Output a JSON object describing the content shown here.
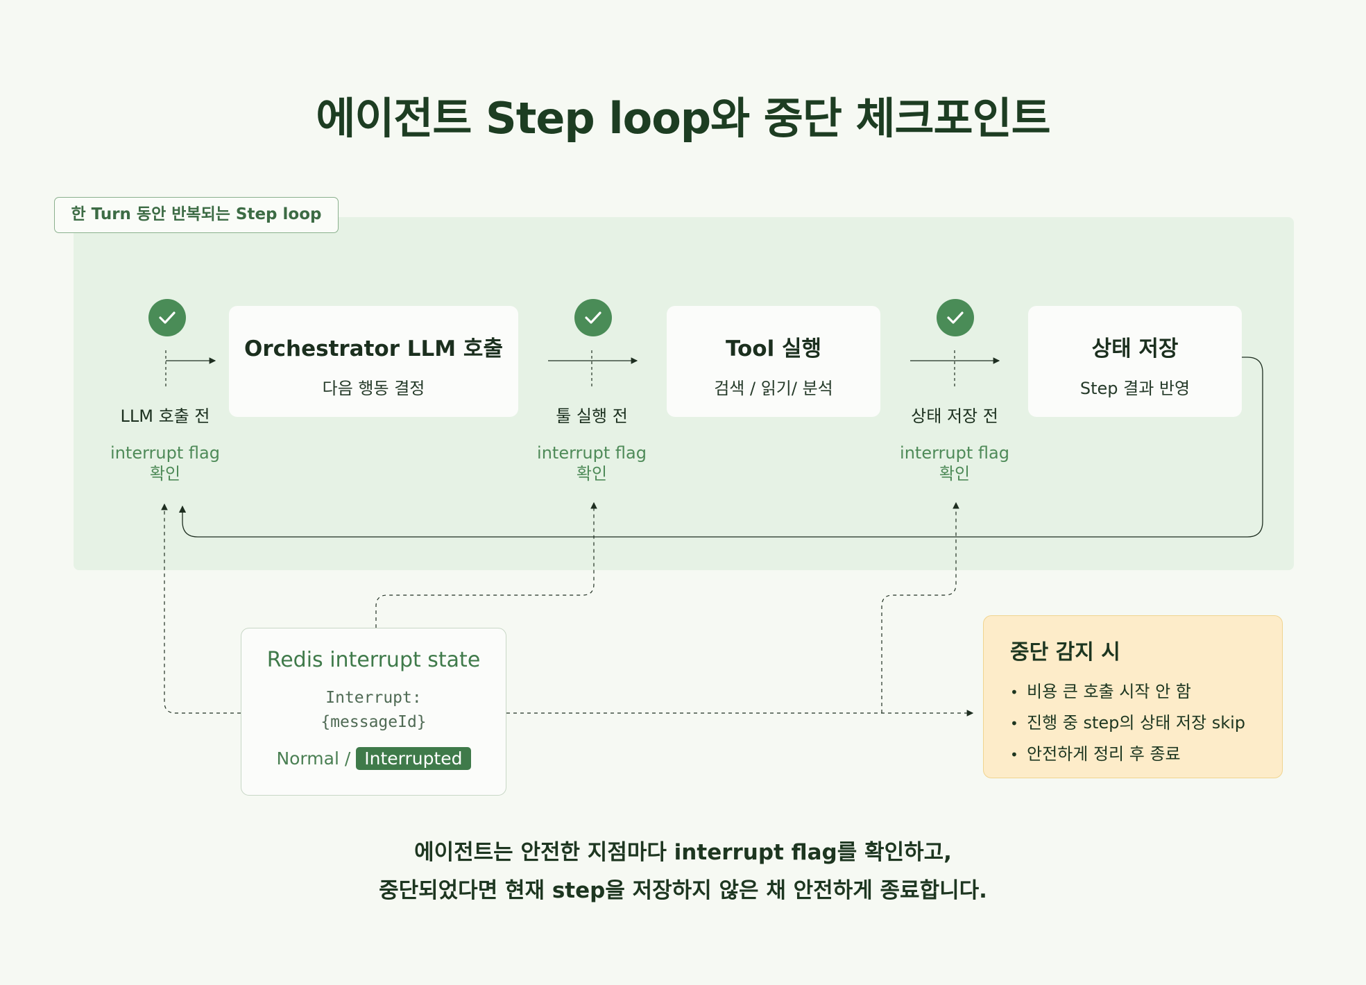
{
  "title": "에이전트 Step loop와 중단 체크포인트",
  "loop_tag": "한 Turn 동안 반복되는 Step loop",
  "steps": [
    {
      "title": "Orchestrator LLM 호출",
      "subtitle": "다음 행동 결정"
    },
    {
      "title": "Tool 실행",
      "subtitle": "검색 / 읽기/ 분석"
    },
    {
      "title": "상태 저장",
      "subtitle": "Step 결과 반영"
    }
  ],
  "checkpoints": [
    {
      "label": "LLM 호출 전",
      "flag_line1": "interrupt flag",
      "flag_line2": "확인"
    },
    {
      "label": "툴 실행 전",
      "flag_line1": "interrupt flag",
      "flag_line2": "확인"
    },
    {
      "label": "상태 저장 전",
      "flag_line1": "interrupt flag",
      "flag_line2": "확인"
    }
  ],
  "redis": {
    "title": "Redis interrupt state",
    "key_line1": "Interrupt:",
    "key_line2": "{messageId}",
    "status_normal": "Normal /",
    "status_interrupted": "Interrupted"
  },
  "on_stop": {
    "title": "중단 감지 시",
    "items": [
      "비용 큰 호출 시작 안 함",
      "진행 중 step의 상태 저장 skip",
      "안전하게 정리 후 종료"
    ]
  },
  "caption": {
    "line1": "에이전트는 안전한 지점마다 interrupt flag를 확인하고,",
    "line2": "중단되었다면 현재 step을 저장하지 않은 채 안전하게 종료합니다."
  },
  "colors": {
    "accent": "#4a8c57",
    "loop_background": "#e6f2e5",
    "stop_background": "#fdecc9",
    "page_background": "#f6f9f3"
  },
  "icons": {
    "checkpoint": "check-circle-icon"
  }
}
